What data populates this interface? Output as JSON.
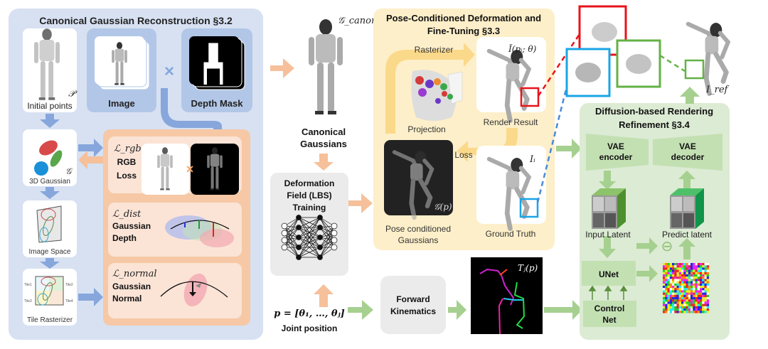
{
  "panels": {
    "canonical": {
      "title": "Canonical Gaussian Reconstruction §3.2"
    },
    "pose": {
      "title_line1": "Pose-Conditioned Deformation and",
      "title_line2": "Fine-Tuning §3.3"
    },
    "diffusion": {
      "title_line1": "Diffusion-based Rendering",
      "title_line2": "Refinement §3.4"
    }
  },
  "canonical": {
    "initial_points": {
      "symbol": "𝒫",
      "label": "Initial points"
    },
    "image": {
      "label": "Image"
    },
    "depth_mask": {
      "label": "Depth Mask"
    },
    "multiply": "×",
    "gaussian3d": {
      "symbol": "𝒢",
      "label": "3D Gaussian"
    },
    "image_space": {
      "label": "Image Space"
    },
    "tile_rasterizer": {
      "label": "Tile Rasterizer",
      "tiles": [
        "Tile1",
        "Tile2",
        "Tile3",
        "Tile4"
      ]
    },
    "losses": [
      {
        "symbol": "ℒ_rgb",
        "line1": "RGB",
        "line2": "Loss"
      },
      {
        "symbol": "ℒ_dist",
        "line1": "Gaussian",
        "line2": "Depth"
      },
      {
        "symbol": "ℒ_normal",
        "line1": "Gaussian",
        "line2": "Normal"
      }
    ]
  },
  "middle": {
    "canon_symbol": "𝒢_canon",
    "canon_label_line1": "Canonical",
    "canon_label_line2": "Gaussians",
    "deform_line1": "Deformation",
    "deform_line2": "Field (LBS)",
    "deform_line3": "Training",
    "pose_eq": "p = [θ₁, …, θⱼ]",
    "joint_label": "Joint position"
  },
  "pose": {
    "rasterizer": "Rasterizer",
    "projection": "Projection",
    "loss": "Loss",
    "render_symbol": "Ĩ(pᵢ; θ)",
    "render_label": "Render Result",
    "gp_symbol": "𝒢(p)",
    "gp_label_line1": "Pose conditioned",
    "gp_label_line2": "Gaussians",
    "gt_symbol": "Iᵢ",
    "gt_label": "Ground Truth"
  },
  "kinematics": {
    "line1": "Forward",
    "line2": "Kinematics",
    "skeleton_symbol": "Tⱼ(p)"
  },
  "diffusion": {
    "vae_encoder_line1": "VAE",
    "vae_encoder_line2": "encoder",
    "vae_decoder_line1": "VAE",
    "vae_decoder_line2": "decoder",
    "input_latent": "Input Latent",
    "predict_latent": "Predict latent",
    "unet": "UNet",
    "control_line1": "Control",
    "control_line2": "Net",
    "minus": "⊖",
    "ref_symbol": "I_ref"
  },
  "colors": {
    "blue_panel": "#d7e1f2",
    "blue_card": "#b2c7e7",
    "blue_arrow": "#86a6dc",
    "orange_panel": "#f6c8a5",
    "orange_card": "#fbe4d6",
    "orange_arrow": "#f5c09a",
    "yellow_panel": "#fdefc9",
    "yellow_arrow": "#fbd98a",
    "green_panel": "#dcebd3",
    "green_box": "#c3e0b3",
    "green_arrow": "#a6d08f",
    "gray_box": "#ebebeb",
    "red": "#e8131b",
    "cyan": "#19a5e6",
    "green_zoom": "#63b245"
  }
}
